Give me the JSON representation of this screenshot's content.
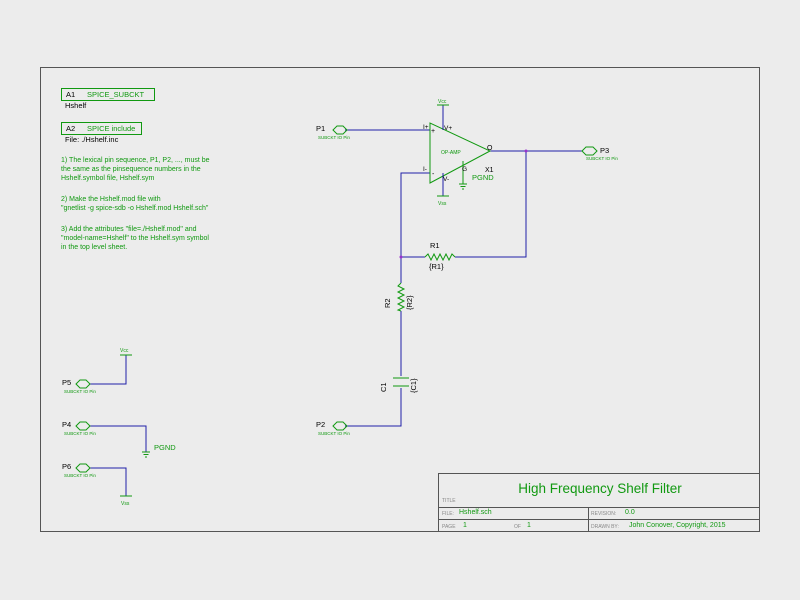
{
  "colors": {
    "background": "#ececec",
    "frame": "#555555",
    "wire": "#1f1fa8",
    "component": "#119911",
    "label": "#000000",
    "title": "#119911",
    "net_dot": "#9933cc"
  },
  "attributes": {
    "a1": {
      "refdes": "A1",
      "value": "SPICE_SUBCKT",
      "sub": "Hshelf"
    },
    "a2": {
      "refdes": "A2",
      "value": "SPICE include",
      "file": "File: ./Hshelf.inc"
    }
  },
  "notes": [
    "1) The lexical pin sequence, P1, P2, ..., must be",
    "the same as the pinsequence numbers in the",
    "Hshelf.symbol file, Hshelf.sym",
    "2) Make the Hshelf.mod file with",
    "\"gnetlist -g spice-sdb -o Hshelf.mod Hshelf.sch\"",
    "3) Add the attributes \"file=./Hshelf.mod\" and",
    "\"model-name=Hshelf\" to the Hshelf.sym symbol",
    "in the top level sheet."
  ],
  "ports": {
    "p1": {
      "refdes": "P1",
      "type": "SUBCKT IO Pin"
    },
    "p2": {
      "refdes": "P2",
      "type": "SUBCKT IO Pin"
    },
    "p3": {
      "refdes": "P3",
      "type": "SUBCKT IO Pin"
    },
    "p4": {
      "refdes": "P4",
      "type": "SUBCKT IO Pin"
    },
    "p5": {
      "refdes": "P5",
      "type": "SUBCKT IO Pin"
    },
    "p6": {
      "refdes": "P6",
      "type": "SUBCKT IO Pin"
    }
  },
  "opamp": {
    "refdes": "X1",
    "label": "OP-AMP",
    "vplus": "V+",
    "vminus": "V-",
    "pin_plus": "+",
    "pin_minus": "-",
    "pin_out": "O",
    "pin_plus_label": "I+",
    "pin_minus_label": "I-",
    "pin_gnd": "G",
    "gnd_net": "PGND"
  },
  "power": {
    "vcc": "Vcc",
    "vss": "Vss",
    "pgnd": "PGND"
  },
  "components": {
    "r1": {
      "refdes": "R1",
      "value": "{R1}"
    },
    "r2": {
      "refdes": "R2",
      "value": "{R2}"
    },
    "c1": {
      "refdes": "C1",
      "value": "{C1}"
    }
  },
  "title_block": {
    "title_label": "TITLE",
    "title": "High Frequency Shelf Filter",
    "file_label": "FILE:",
    "file": "Hshelf.sch",
    "revision_label": "REVISION:",
    "revision": "0.0",
    "page_label": "PAGE",
    "page": "1",
    "of_label": "OF",
    "of": "1",
    "drawn_by_label": "DRAWN BY:",
    "drawn_by": "John Conover, Copyright, 2015"
  }
}
